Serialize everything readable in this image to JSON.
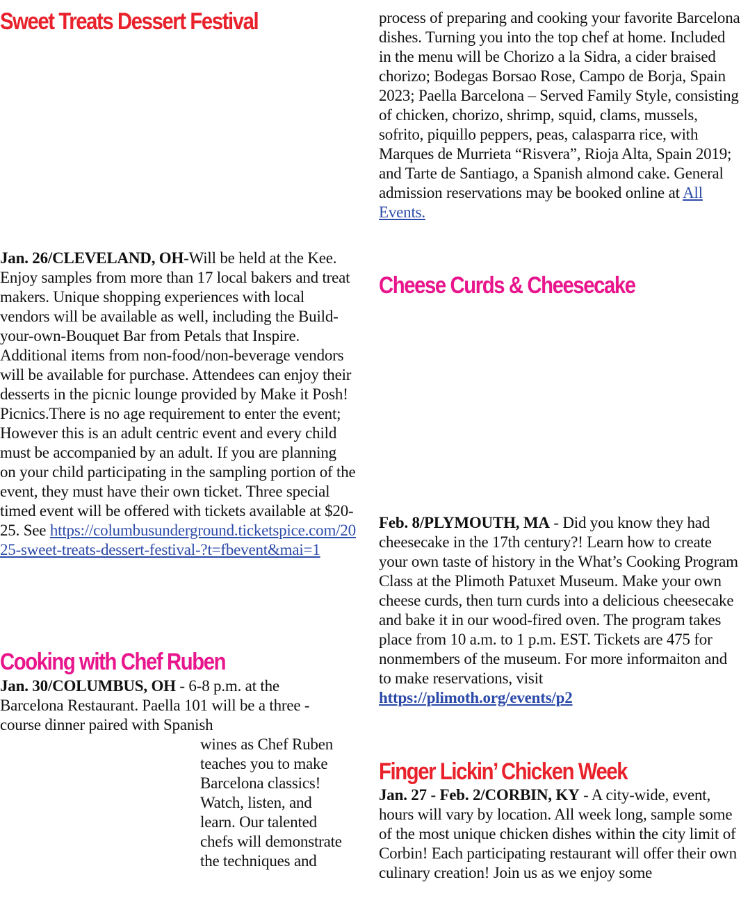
{
  "left": {
    "sweet": {
      "title": "Sweet Treats Dessert Festival",
      "dateline": "Jan. 26/CLEVELAND, OH",
      "body": "-Will be held at the Kee. Enjoy samples from more than 17 local bakers and treat makers.  Unique shopping experiences with local vendors will be available as well, including the Build-your-own-Bouquet Bar from Petals that Inspire. Additional items from non-food/non-beverage vendors will be available for purchase. Attendees can enjoy their desserts in the picnic lounge provided by Make it Posh! Picnics.There is no age requirement to enter the event; However this is an adult centric event and every child must be accompanied by an adult. If you are planning on your child participating in the sampling portion of the event, they must have their own ticket. Three special timed event will be offered with tickets available at $20-25. See ",
      "link": "https://columbusunderground.ticketspice.com/2025-sweet-treats-dessert-festival-?t=fbevent&mai=1"
    },
    "ruben": {
      "title": "Cooking with Chef Ruben",
      "dateline": "Jan. 30/COLUMBUS, OH",
      "body_full": " - 6-8 p.m. at the Barcelona Restaurant. Paella 101 will be a three - course dinner paired with Spanish",
      "body_narrow": "wines as Chef Ruben teaches you to make Barcelona classics! Watch, listen, and learn. Our talented chefs will demonstrate the techniques and"
    }
  },
  "right": {
    "ruben_cont": {
      "body": "process of preparing and cooking your favorite Barcelona dishes. Turning you into the top chef at home. Included in the menu will be Chorizo a la Sidra, a cider braised chorizo; Bodegas Borsao Rose, Campo de Borja, Spain 2023; Paella Barcelona – Served Family Style, consisting of chicken, chorizo, shrimp, squid, clams, mussels, sofrito, piquillo peppers, peas, calasparra rice, with Marques de Murrieta “Risvera”, Rioja Alta, Spain 2019; and Tarte de Santiago, a Spanish almond cake. General admission reservations may be booked online at ",
      "link": "All Events."
    },
    "cheese": {
      "title": "Cheese Curds & Cheesecake",
      "dateline": "Feb. 8/PLYMOUTH, MA",
      "body": " - Did you know they had cheesecake in the 17th century?! Learn how to create your own taste of history in the What’s Cooking Program Class at the Plimoth Patuxet Museum.  Make your own cheese curds, then turn curds into a delicious cheesecake and bake it in our wood-fired oven. The program takes place from 10 a.m. to 1 p.m. EST. Tickets are 475 for nonmembers of the museum. For more informaiton and to make reservations, visit ",
      "link": "https://plimoth.org/events/p2"
    },
    "chicken": {
      "title": "Finger Lickin’ Chicken Week",
      "dateline": "Jan. 27 - Feb. 2/CORBIN, KY",
      "body": " - A city-wide, event, hours will vary by location. All week long, sample some of the most unique chicken dishes within the city limit of Corbin! Each participating restaurant will offer their own culinary creation! Join us as we enjoy some"
    }
  },
  "colors": {
    "heading_red": "#e8212b",
    "heading_pink": "#e8158c",
    "link_blue": "#2c4aa8"
  }
}
